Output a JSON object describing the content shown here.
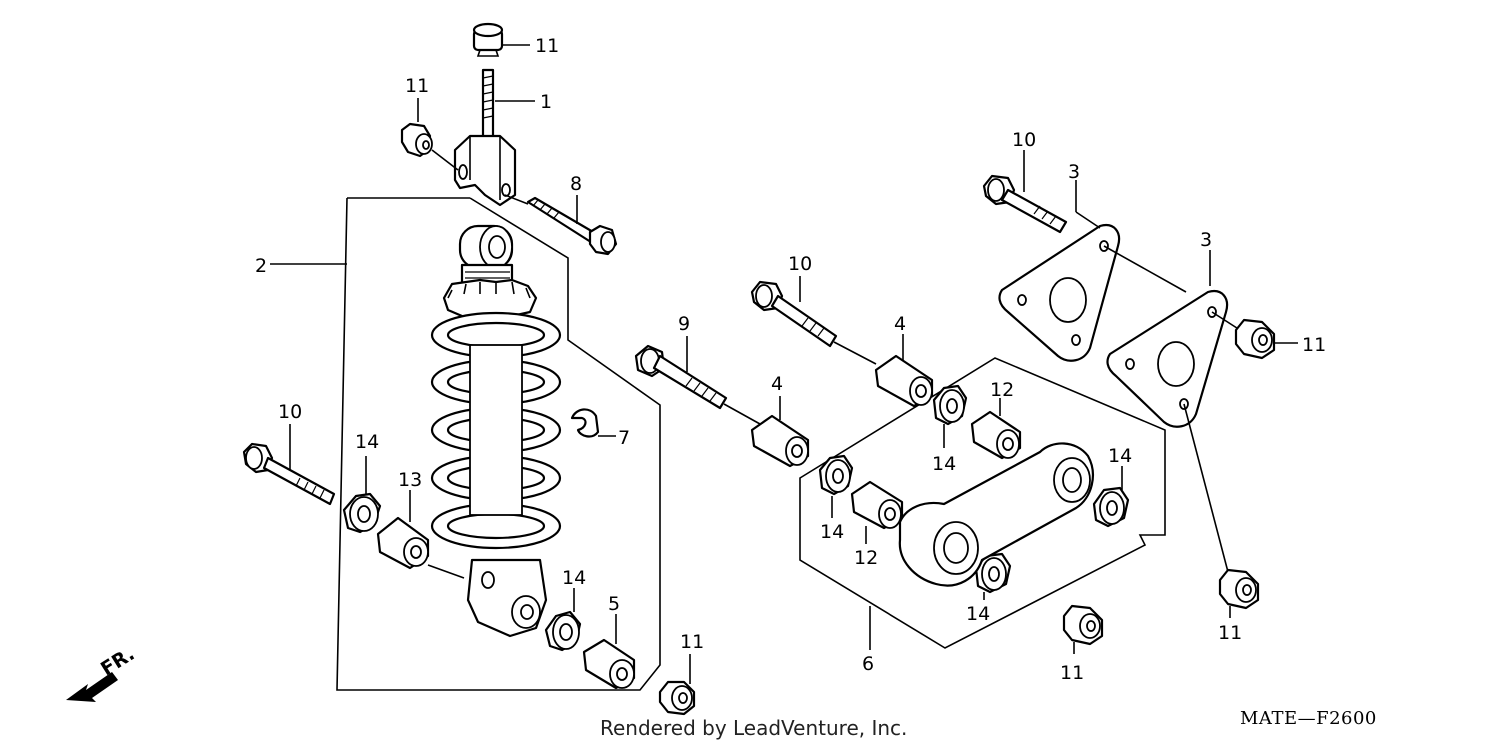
{
  "diagram": {
    "labels": {
      "p1": "1",
      "p2": "2",
      "p3a": "3",
      "p3b": "3",
      "p4a": "4",
      "p4b": "4",
      "p5": "5",
      "p6": "6",
      "p7": "7",
      "p8": "8",
      "p9": "9",
      "p10a": "10",
      "p10b": "10",
      "p10c": "10",
      "p11a": "11",
      "p11b": "11",
      "p11c": "11",
      "p11d": "11",
      "p11e": "11",
      "p11f": "11",
      "p12a": "12",
      "p12b": "12",
      "p13": "13",
      "p14a": "14",
      "p14b": "14",
      "p14c": "14",
      "p14d": "14",
      "p14e": "14",
      "p14f": "14"
    },
    "front_marker": "FR.",
    "footer": "Rendered by LeadVenture, Inc.",
    "drawing_code": "MATE—F2600"
  }
}
